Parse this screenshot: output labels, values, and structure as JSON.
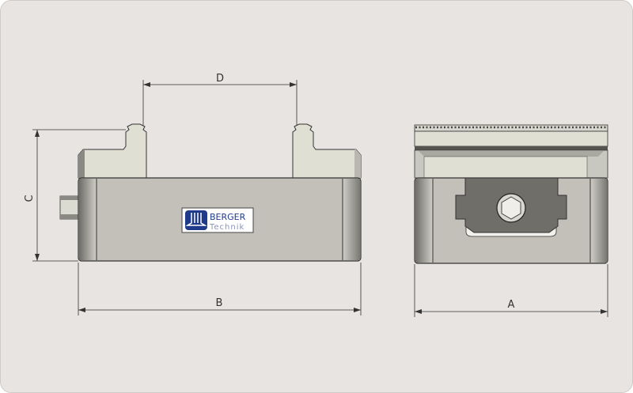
{
  "drawing": {
    "dimensions": {
      "A": "A",
      "B": "B",
      "C": "C",
      "D": "D"
    },
    "logo": {
      "line1": "BERGER",
      "line2": "Technik"
    },
    "colors": {
      "background": "#e7e4e2",
      "body": "#c2c0b9",
      "jaw": "#e0dfd4",
      "slide": "#6f6e69",
      "logo_blue": "#1f3a8a"
    }
  }
}
